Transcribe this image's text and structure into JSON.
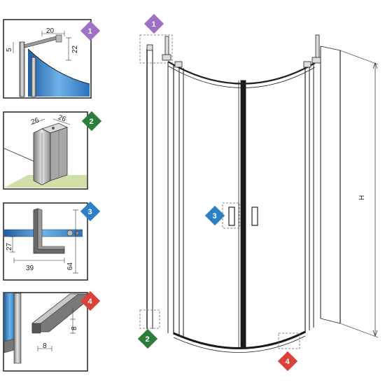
{
  "colors": {
    "purple": "#9f71c4",
    "green": "#2e7d3a",
    "blue": "#2d7fc7",
    "red": "#d9413a",
    "glass": "#4a90d0",
    "floor": "#cfe0a8"
  },
  "badges": {
    "b1": "1",
    "b2": "2",
    "b3": "3",
    "b4": "4"
  },
  "detail1": {
    "dim_a": "20",
    "dim_b": "5",
    "dim_c": "22"
  },
  "detail2": {
    "dim_a": "26",
    "dim_b": "26"
  },
  "detail3": {
    "dim_a": "27",
    "dim_b": "39",
    "dim_c": "64"
  },
  "detail4": {
    "dim_a": "8",
    "dim_b": "8"
  },
  "main": {
    "height_label": "H"
  }
}
